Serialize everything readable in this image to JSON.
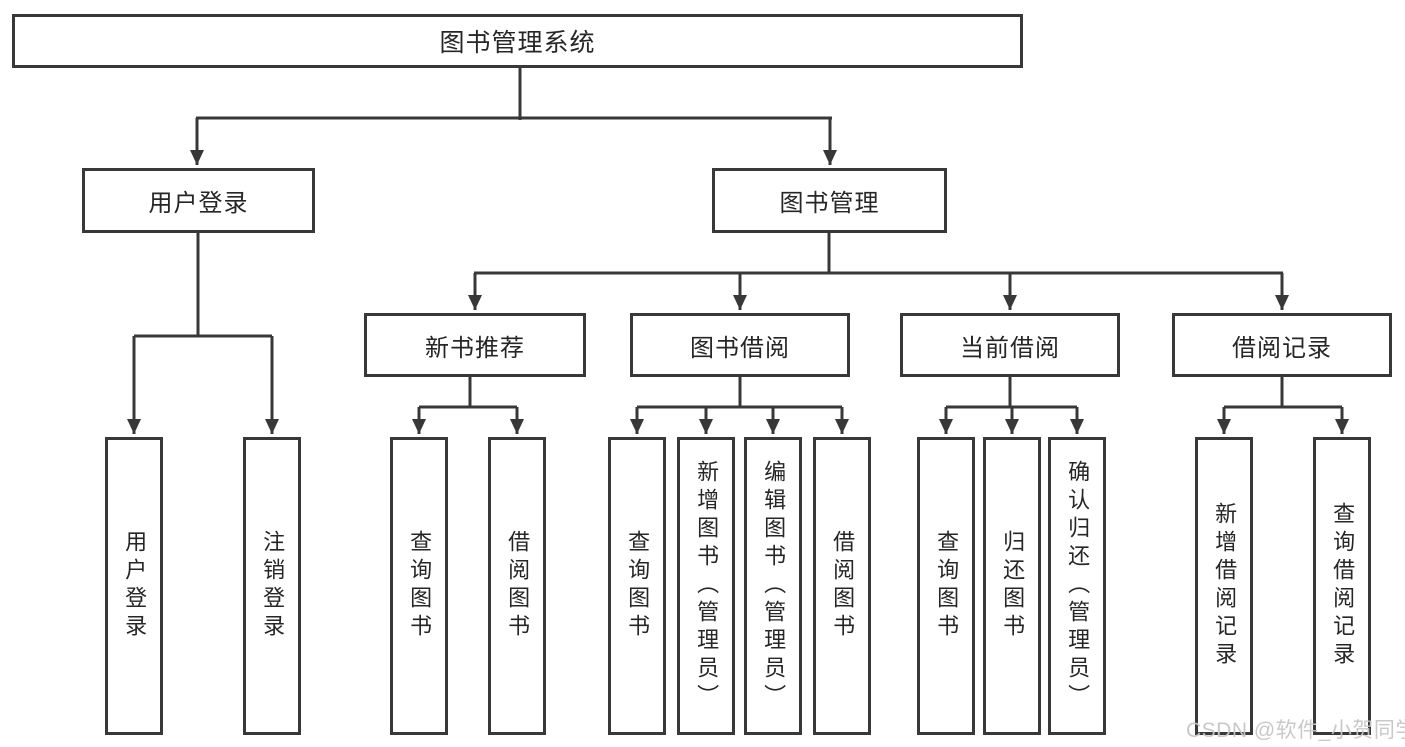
{
  "diagram_title": "图书管理系统",
  "colors": {
    "line": "#383838",
    "border": "#383838",
    "text": "#262626",
    "background": "#ffffff",
    "watermark": "#c6c6c6"
  },
  "nodes": {
    "root": {
      "label": "图书管理系统"
    },
    "user_login": {
      "label": "用户登录"
    },
    "book_mgmt": {
      "label": "图书管理"
    },
    "new_book_rec": {
      "label": "新书推荐"
    },
    "book_borrow": {
      "label": "图书借阅"
    },
    "current_borrow": {
      "label": "当前借阅"
    },
    "borrow_records": {
      "label": "借阅记录"
    },
    "leaf_user_login": {
      "label": "用户登录"
    },
    "leaf_logout": {
      "label": "注销登录"
    },
    "leaf_query_books_1": {
      "label": "查询图书"
    },
    "leaf_borrow_books_1": {
      "label": "借阅图书"
    },
    "leaf_query_books_2": {
      "label": "查询图书"
    },
    "leaf_add_books": {
      "label": "新增图书（管理员）"
    },
    "leaf_edit_books": {
      "label": "编辑图书（管理员）"
    },
    "leaf_borrow_books_2": {
      "label": "借阅图书"
    },
    "leaf_query_books_3": {
      "label": "查询图书"
    },
    "leaf_return_books": {
      "label": "归还图书"
    },
    "leaf_confirm_return": {
      "label": "确认归还（管理员）"
    },
    "leaf_add_borrow_record": {
      "label": "新增借阅记录"
    },
    "leaf_query_borrow_record": {
      "label": "查询借阅记录"
    }
  },
  "watermark": {
    "text": "CSDN @软件_小贺同学"
  }
}
